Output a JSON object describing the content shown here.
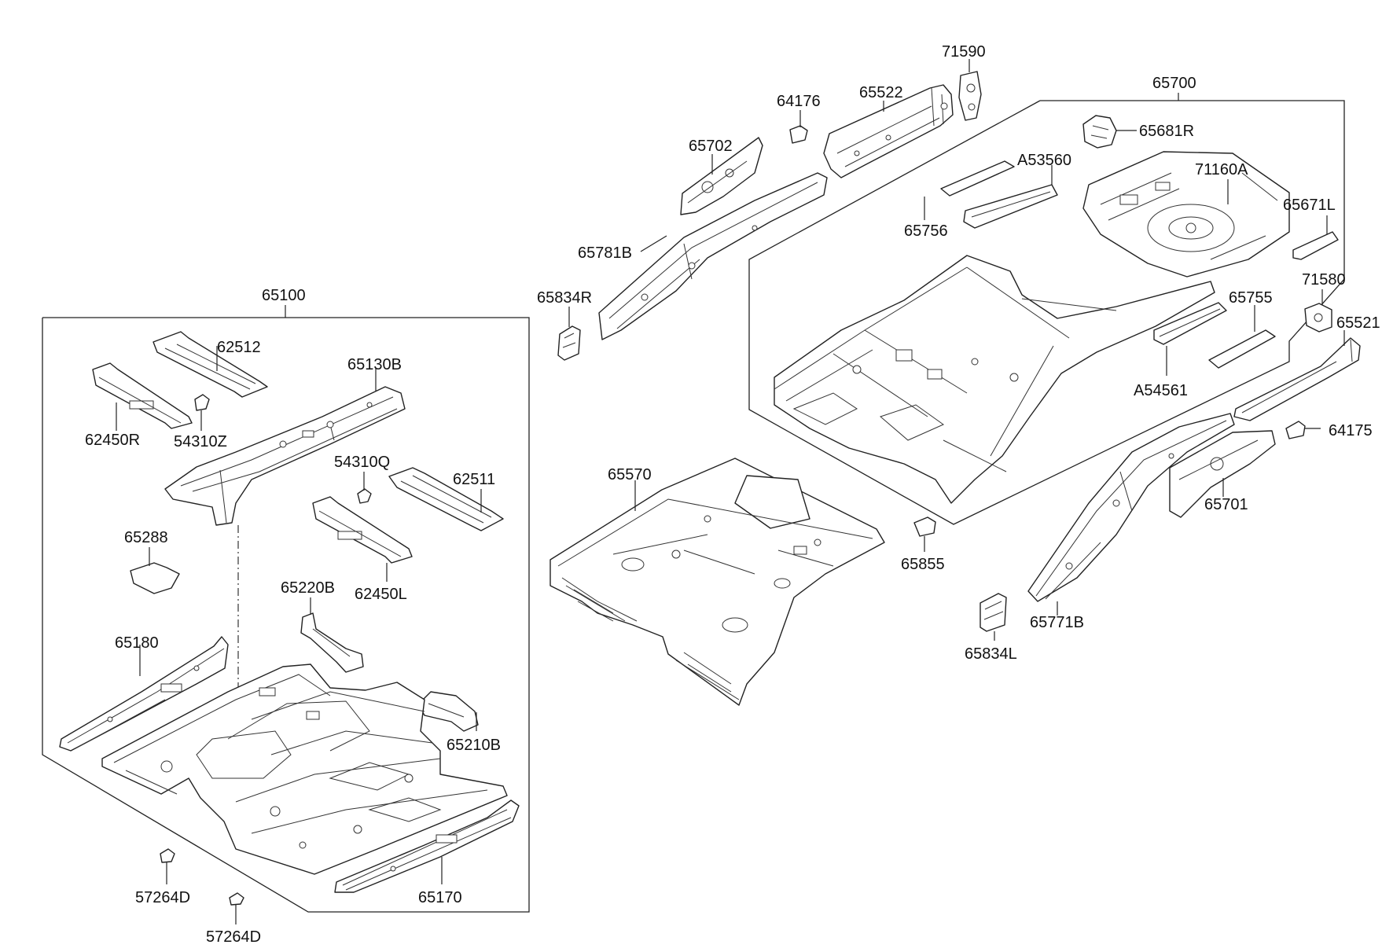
{
  "diagram": {
    "groups": [
      {
        "id": "front-floor-group",
        "label": "65100"
      },
      {
        "id": "rear-floor-group",
        "label": "65700"
      }
    ],
    "parts": [
      {
        "id": "p71590",
        "label": "71590"
      },
      {
        "id": "p65700",
        "label": "65700"
      },
      {
        "id": "p65522",
        "label": "65522"
      },
      {
        "id": "p64176",
        "label": "64176"
      },
      {
        "id": "p65681R",
        "label": "65681R"
      },
      {
        "id": "p65702",
        "label": "65702"
      },
      {
        "id": "pA53560",
        "label": "A53560"
      },
      {
        "id": "p71160A",
        "label": "71160A"
      },
      {
        "id": "p65671L",
        "label": "65671L"
      },
      {
        "id": "p65756",
        "label": "65756"
      },
      {
        "id": "p65781B",
        "label": "65781B"
      },
      {
        "id": "p65834R",
        "label": "65834R"
      },
      {
        "id": "p71580",
        "label": "71580"
      },
      {
        "id": "p65755",
        "label": "65755"
      },
      {
        "id": "p65521",
        "label": "65521"
      },
      {
        "id": "pA54561",
        "label": "A54561"
      },
      {
        "id": "p64175",
        "label": "64175"
      },
      {
        "id": "p65100",
        "label": "65100"
      },
      {
        "id": "p62512",
        "label": "62512"
      },
      {
        "id": "p65130B",
        "label": "65130B"
      },
      {
        "id": "p62450R",
        "label": "62450R"
      },
      {
        "id": "p54310Z",
        "label": "54310Z"
      },
      {
        "id": "p54310Q",
        "label": "54310Q"
      },
      {
        "id": "p62511",
        "label": "62511"
      },
      {
        "id": "p65570",
        "label": "65570"
      },
      {
        "id": "p65701",
        "label": "65701"
      },
      {
        "id": "p65288",
        "label": "65288"
      },
      {
        "id": "p65855",
        "label": "65855"
      },
      {
        "id": "p62450L",
        "label": "62450L"
      },
      {
        "id": "p65220B",
        "label": "65220B"
      },
      {
        "id": "p65771B",
        "label": "65771B"
      },
      {
        "id": "p65180",
        "label": "65180"
      },
      {
        "id": "p65834L",
        "label": "65834L"
      },
      {
        "id": "p65210B",
        "label": "65210B"
      },
      {
        "id": "p57264D_1",
        "label": "57264D"
      },
      {
        "id": "p65170",
        "label": "65170"
      },
      {
        "id": "p57264D_2",
        "label": "57264D"
      }
    ]
  }
}
